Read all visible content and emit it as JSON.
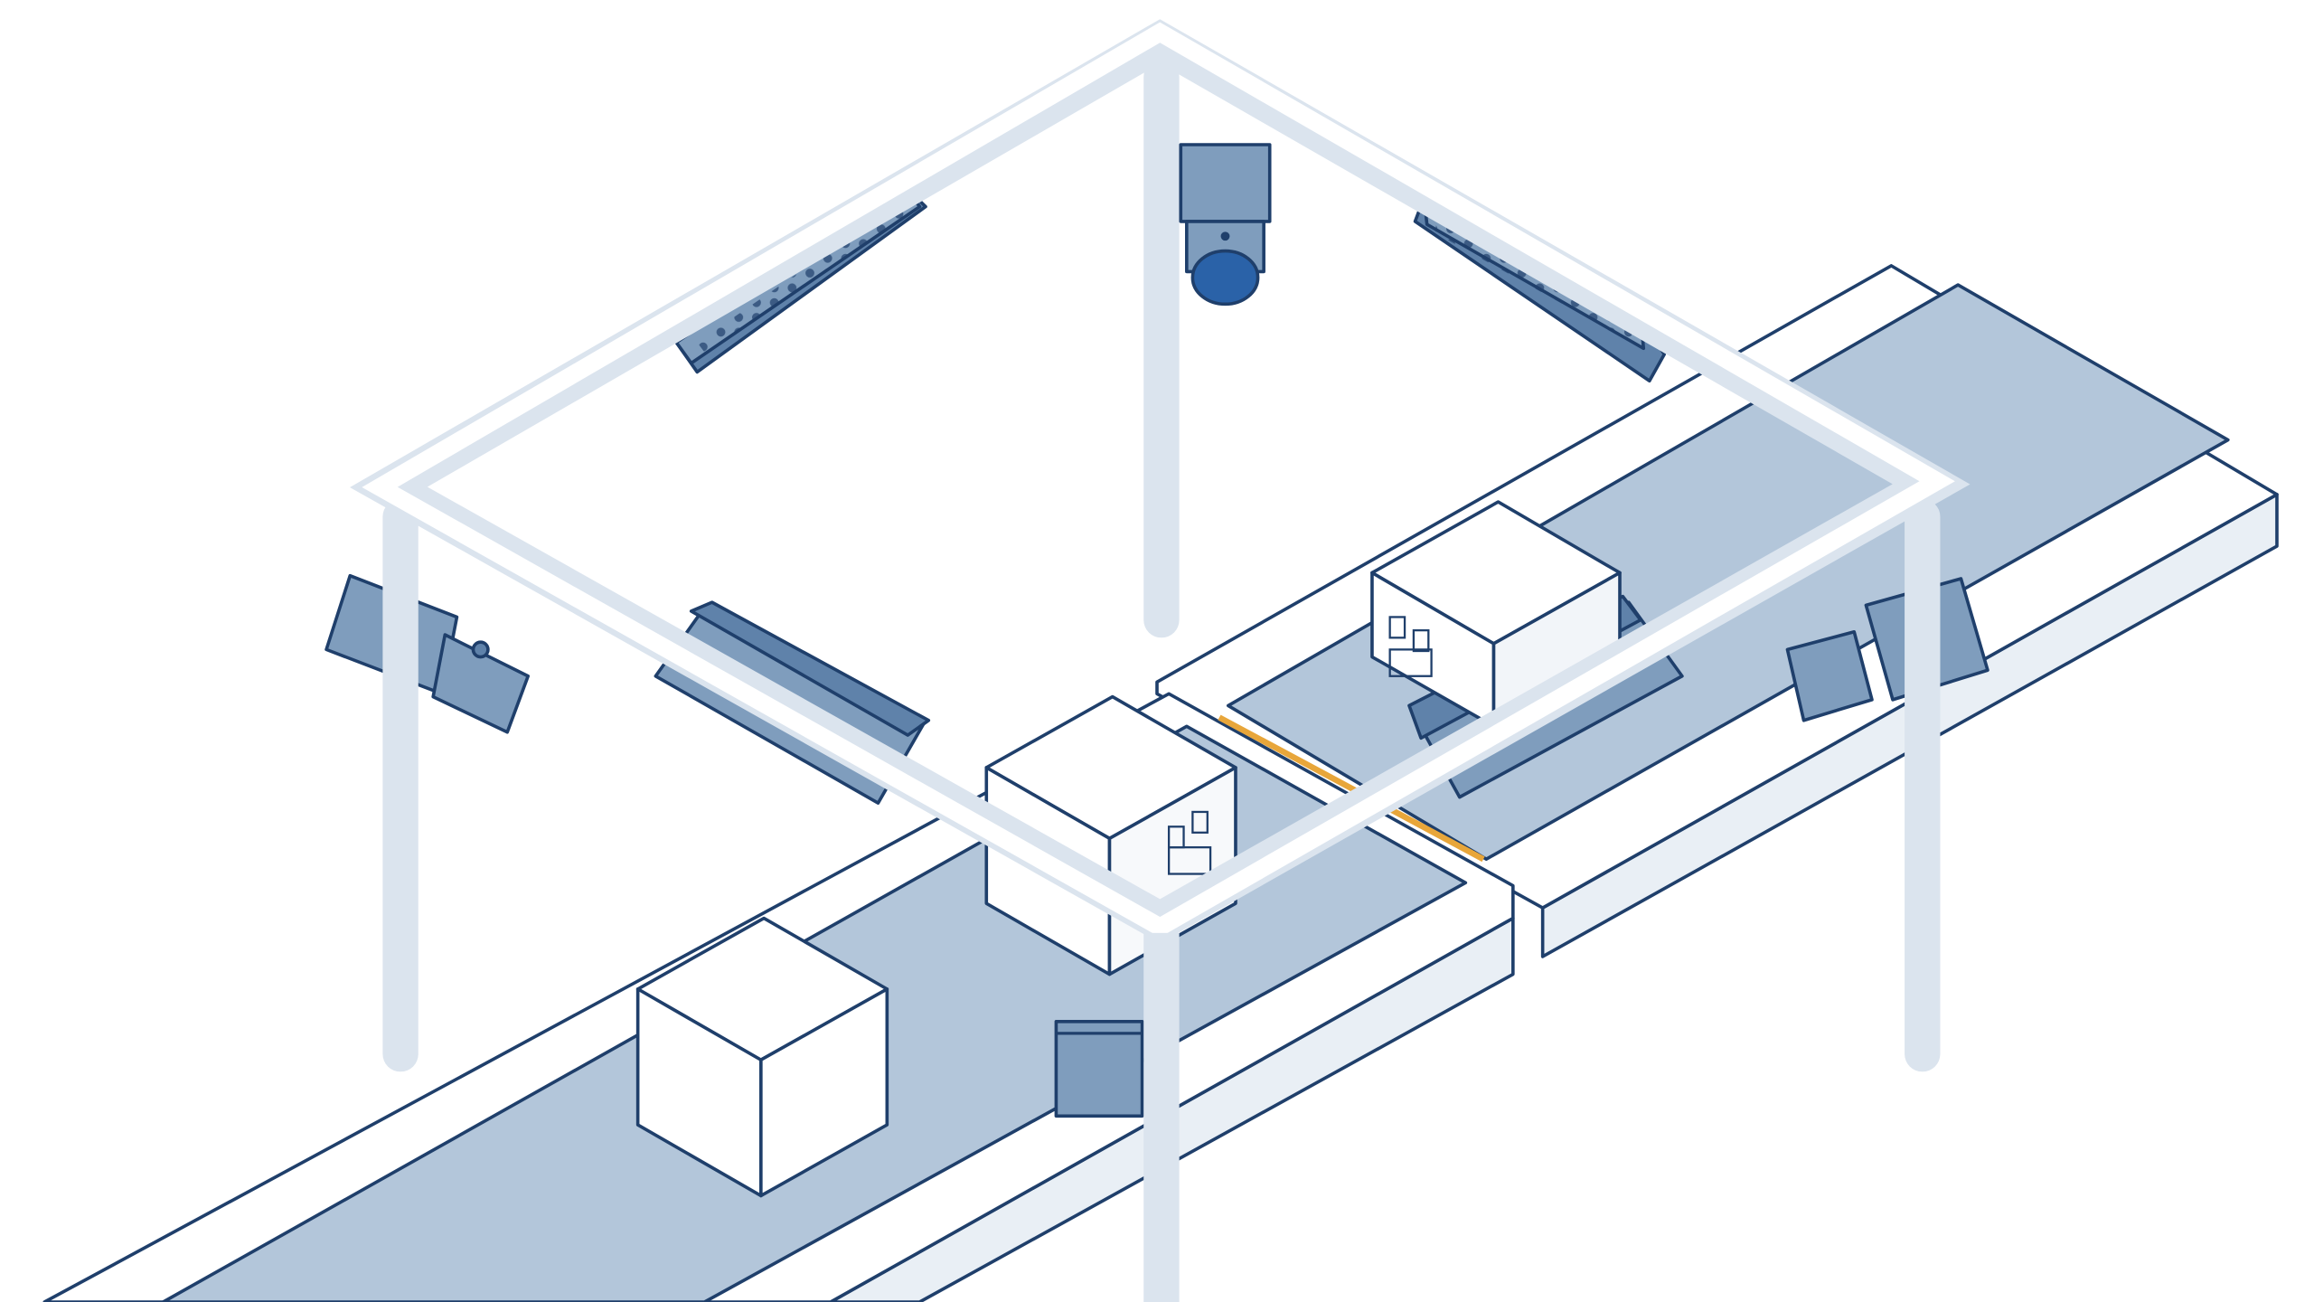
{
  "illustration": {
    "subject": "scanning-tunnel-over-conveyor",
    "icons": [
      "conveyor-belt",
      "parcel-box",
      "barcode-label",
      "led-light-panel",
      "area-camera",
      "side-camera",
      "frame-post"
    ]
  },
  "colors": {
    "outline": "#1f3f6b",
    "belt": "#b3c6da",
    "frame": "#dbe4ee",
    "device": "#7f9dbd",
    "device_dark": "#5f82aa",
    "lens": "#2a62a8",
    "accent_gap": "#e8a63a",
    "surface": "#ffffff"
  }
}
